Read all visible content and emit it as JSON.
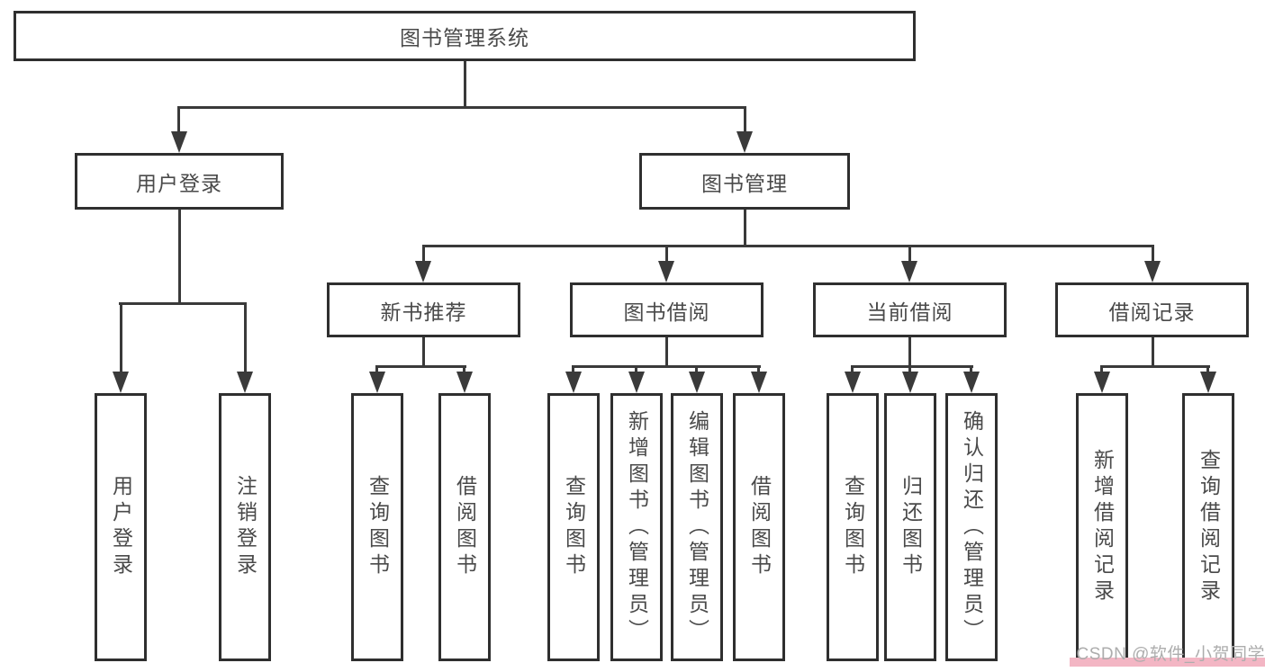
{
  "nodes": {
    "root": "图书管理系统",
    "level2": {
      "user_login": "用户登录",
      "book_management": "图书管理"
    },
    "level3": {
      "new_book_recommend": "新书推荐",
      "book_borrow": "图书借阅",
      "current_borrow": "当前借阅",
      "borrow_records": "借阅记录"
    },
    "leaves": {
      "user_login": [
        "用户登录",
        "注销登录"
      ],
      "new_book_recommend": [
        "查询图书",
        "借阅图书"
      ],
      "book_borrow": [
        "查询图书",
        "新增图书（管理员）",
        "编辑图书（管理员）",
        "借阅图书"
      ],
      "current_borrow": [
        "查询图书",
        "归还图书",
        "确认归还（管理员）"
      ],
      "borrow_records": [
        "新增借阅记录",
        "查询借阅记录"
      ]
    }
  },
  "watermark": {
    "text": "CSDN @软件_小贺同学"
  },
  "colors": {
    "line": "#3a3a3a",
    "box_border": "#2f2f2f",
    "text": "#4a4a4a",
    "watermark_text": "#adadad",
    "watermark_bar": "#f3b6c4",
    "background": "#ffffff"
  }
}
